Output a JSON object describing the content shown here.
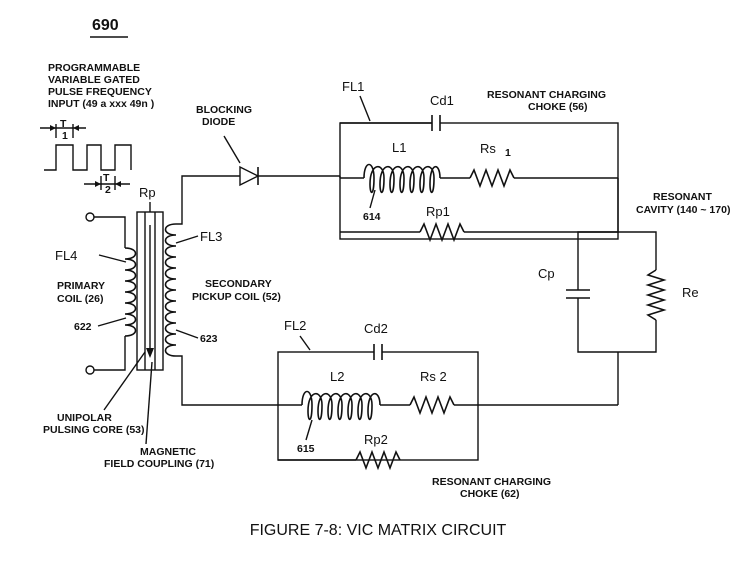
{
  "figure_number": "690",
  "caption": "FIGURE 7-8: VIC MATRIX CIRCUIT",
  "pulse_input": {
    "line1": "PROGRAMMABLE",
    "line2": "VARIABLE GATED",
    "line3": "PULSE FREQUENCY",
    "line4": "INPUT (49 a xxx 49n )",
    "t_label": "T",
    "t1_sub": "1",
    "t2_sub": "2"
  },
  "blocking_diode": {
    "line1": "BLOCKING",
    "line2": "DIODE"
  },
  "transformer": {
    "rp_label": "Rp",
    "fl4": "FL4",
    "fl3": "FL3",
    "primary_line1": "PRIMARY",
    "primary_line2": "COIL (26)",
    "ref_622": "622",
    "secondary_line1": "SECONDARY",
    "secondary_line2": "PICKUP COIL (52)",
    "ref_623": "623",
    "core_line1": "UNIPOLAR",
    "core_line2": "PULSING CORE (53)",
    "coupling_line1": "MAGNETIC",
    "coupling_line2": "FIELD COUPLING (71)"
  },
  "choke_top": {
    "fl": "FL1",
    "cd": "Cd1",
    "l": "L1",
    "rs": "Rs",
    "rs_sub": "1",
    "rp": "Rp1",
    "ref": "614",
    "title_line1": "RESONANT CHARGING",
    "title_line2": "CHOKE (56)"
  },
  "choke_bottom": {
    "fl": "FL2",
    "cd": "Cd2",
    "l": "L2",
    "rs": "Rs 2",
    "rp": "Rp2",
    "ref": "615",
    "title_line1": "RESONANT CHARGING",
    "title_line2": "CHOKE (62)"
  },
  "cavity": {
    "line1": "RESONANT",
    "line2": "CAVITY (140 ~ 170)",
    "cp": "Cp",
    "re": "Re"
  }
}
